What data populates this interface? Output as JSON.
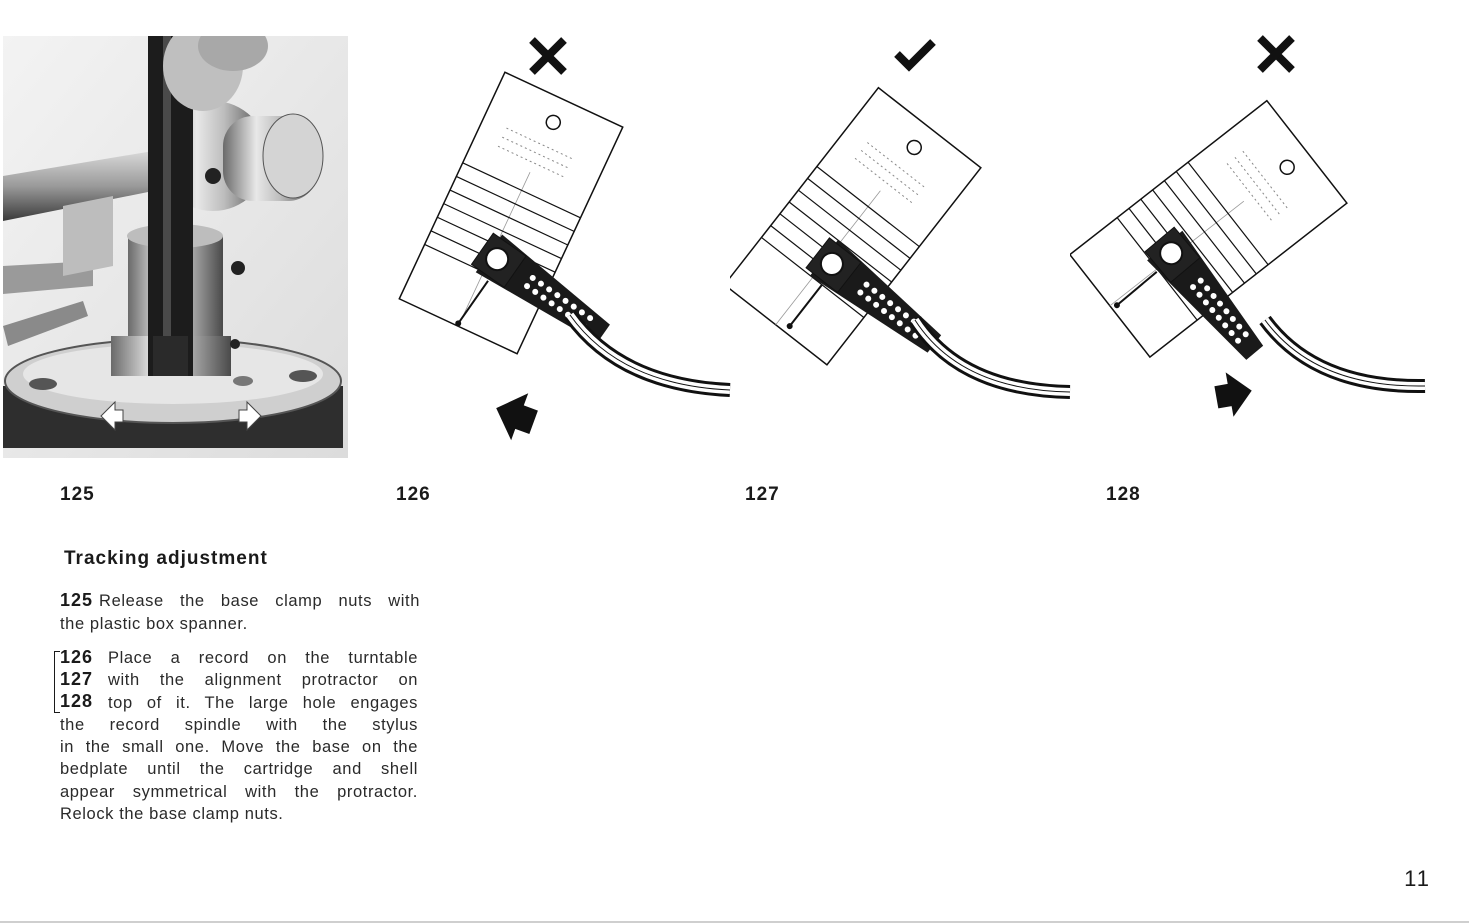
{
  "figures": [
    {
      "number": "125",
      "verdict_icon": "none",
      "description_icon": "photo-base-clamp-spanner"
    },
    {
      "number": "126",
      "verdict_icon": "cross-icon",
      "arrow_icon": "arrow-left-icon"
    },
    {
      "number": "127",
      "verdict_icon": "check-icon",
      "arrow_icon": "none"
    },
    {
      "number": "128",
      "verdict_icon": "cross-icon",
      "arrow_icon": "arrow-right-icon"
    }
  ],
  "section": {
    "heading": "Tracking adjustment",
    "step125": {
      "ref": "125",
      "line1": "Release the base clamp nuts with",
      "line2": "the plastic box spanner."
    },
    "step126": {
      "refs": [
        "126",
        "127",
        "128"
      ],
      "lines": [
        "Place a record on the turntable",
        "with the alignment protractor on",
        "top of it. The large hole engages",
        "the record spindle with the stylus",
        "in the small one. Move the base on the",
        "bedplate until the cartridge and shell",
        "appear symmetrical with the protractor.",
        "Relock the base clamp nuts."
      ]
    }
  },
  "page_number": "11"
}
